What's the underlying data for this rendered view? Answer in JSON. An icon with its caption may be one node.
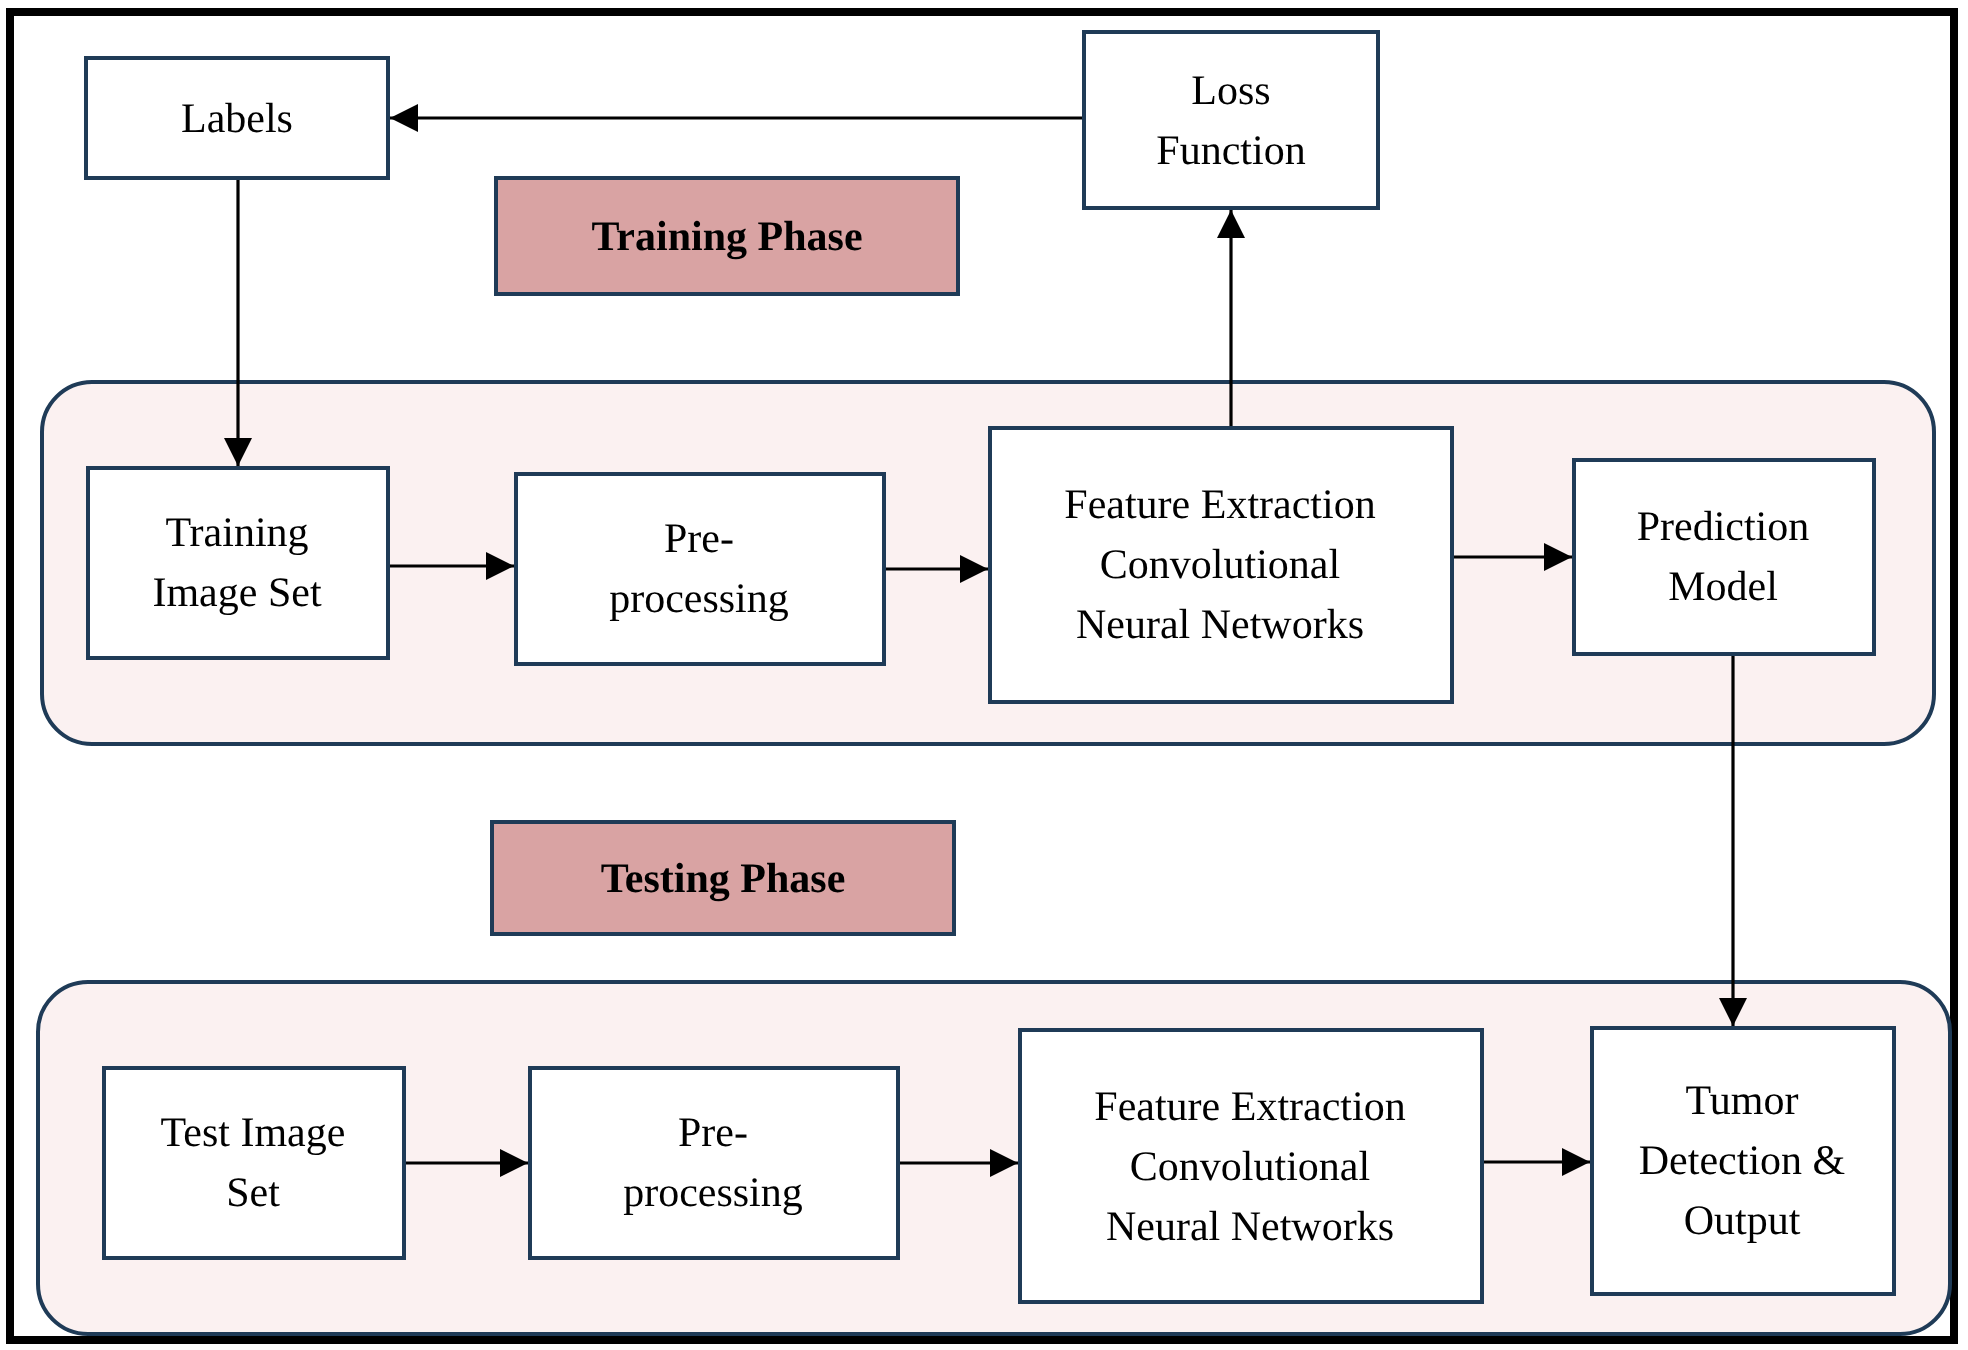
{
  "diagram": {
    "nodes": [
      {
        "text": [
          "Labels"
        ]
      },
      {
        "text": [
          "Loss Function"
        ]
      },
      {
        "text": [
          "Training Phase"
        ]
      },
      {
        "text": [],
        "shape": "box"
      },
      {
        "text": [
          "Training Image Set"
        ],
        "in": 3
      },
      {
        "text": [
          "Pre- processing"
        ],
        "in": 3
      },
      {
        "text": [
          "Feature Extraction Convolutional Neural Networks"
        ],
        "in": 3
      },
      {
        "text": [
          "Prediction Model"
        ],
        "in": 3
      },
      {
        "text": [
          "Testing Phase"
        ]
      },
      {
        "text": [],
        "shape": "box"
      },
      {
        "text": [
          "Test Image Set"
        ],
        "in": 9
      },
      {
        "text": [
          "Pre- processing"
        ],
        "in": 9
      },
      {
        "text": [
          "Feature Extraction Convolutional Neural Networks"
        ],
        "in": 9
      },
      {
        "text": [
          "Tumor Detection & Output"
        ],
        "in": 9
      }
    ],
    "edges": [
      {
        "from": 1,
        "to": 0,
        "arrow": "to"
      },
      {
        "from": 0,
        "to": 4,
        "arrow": "to"
      },
      {
        "from": 4,
        "to": 5,
        "arrow": "to"
      },
      {
        "from": 5,
        "to": 6,
        "arrow": "to"
      },
      {
        "from": 6,
        "to": 7,
        "arrow": "to"
      },
      {
        "from": 6,
        "to": 1,
        "arrow": "to"
      },
      {
        "from": 7,
        "to": 13,
        "arrow": "to"
      },
      {
        "from": 10,
        "to": 11,
        "arrow": "to"
      },
      {
        "from": 11,
        "to": 12,
        "arrow": "to"
      },
      {
        "from": 12,
        "to": 13,
        "arrow": "to"
      }
    ]
  }
}
